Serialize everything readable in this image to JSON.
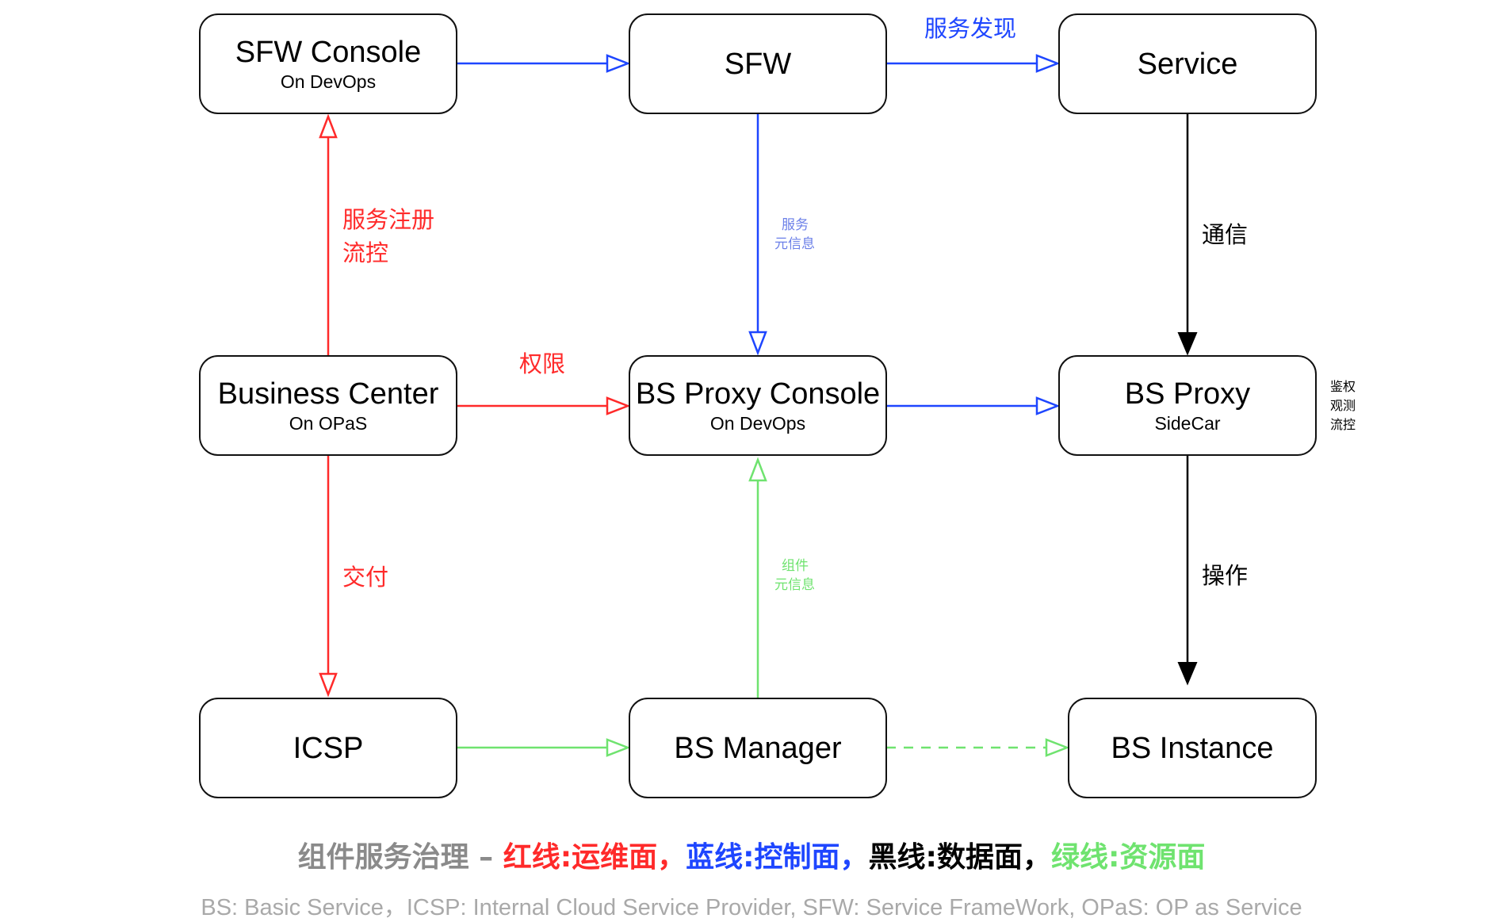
{
  "nodes": {
    "sfw_console": {
      "title": "SFW Console",
      "subtitle": "On DevOps"
    },
    "sfw": {
      "title": "SFW"
    },
    "service": {
      "title": "Service"
    },
    "business_center": {
      "title": "Business Center",
      "subtitle": "On OPaS"
    },
    "bs_proxy_console": {
      "title": "BS Proxy Console",
      "subtitle": "On DevOps"
    },
    "bs_proxy": {
      "title": "BS Proxy",
      "subtitle": "SideCar"
    },
    "icsp": {
      "title": "ICSP"
    },
    "bs_manager": {
      "title": "BS Manager"
    },
    "bs_instance": {
      "title": "BS Instance"
    }
  },
  "edge_labels": {
    "service_discovery": "服务发现",
    "register_line1": "服务注册",
    "register_line2": "流控",
    "service_meta_line1": "服务",
    "service_meta_line2": "元信息",
    "communication": "通信",
    "permission": "权限",
    "delivery": "交付",
    "component_meta_line1": "组件",
    "component_meta_line2": "元信息",
    "operation": "操作"
  },
  "proxy_notes": [
    "鉴权",
    "观测",
    "流控"
  ],
  "legend": {
    "prefix": "组件服务治理 – ",
    "red": "红线:运维面",
    "sep1": "，",
    "blue": "蓝线:控制面",
    "sep2": "，",
    "black": "黑线:数据面",
    "sep3": "，",
    "green": "绿线:资源面"
  },
  "abbreviations": "BS: Basic Service，ICSP: Internal Cloud Service Provider, SFW: Service FrameWork, OPaS: OP as Service",
  "colors": {
    "red": "#ff2a2a",
    "blue": "#1e46ff",
    "black": "#000000",
    "green": "#6fe36f",
    "grey": "#8a8a8a"
  }
}
